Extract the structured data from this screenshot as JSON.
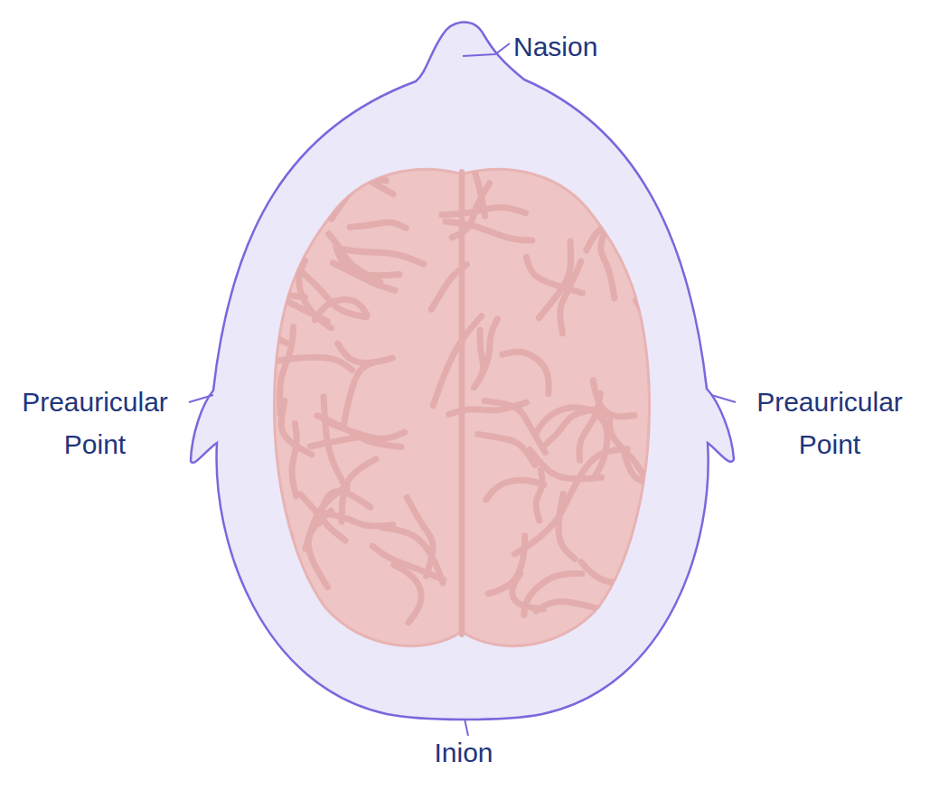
{
  "diagram": {
    "labels": [
      "Nasion",
      "Preauricular Point",
      "Preauricular Point",
      "Inion"
    ]
  }
}
